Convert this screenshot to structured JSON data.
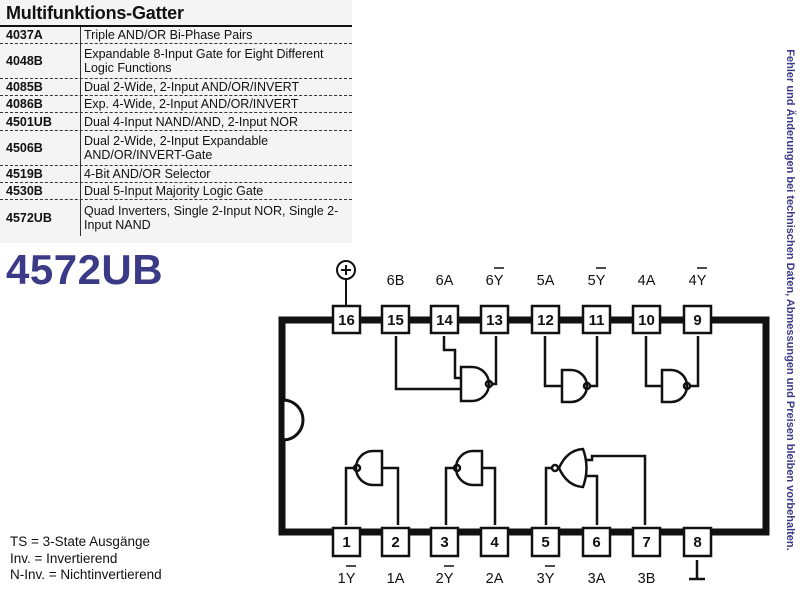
{
  "table": {
    "title": "Multifunktions-Gatter",
    "rows": [
      {
        "num": "4037A",
        "desc": "Triple AND/OR Bi-Phase Pairs"
      },
      {
        "num": "4048B",
        "desc": "Expandable 8-Input Gate for Eight Different Logic Functions"
      },
      {
        "num": "4085B",
        "desc": "Dual 2-Wide, 2-Input AND/OR/INVERT"
      },
      {
        "num": "4086B",
        "desc": "Exp. 4-Wide, 2-Input AND/OR/INVERT"
      },
      {
        "num": "4501UB",
        "desc": "Dual 4-Input NAND/AND, 2-Input NOR"
      },
      {
        "num": "4506B",
        "desc": "Dual 2-Wide, 2-Input Expandable AND/OR/INVERT-Gate"
      },
      {
        "num": "4519B",
        "desc": "4-Bit AND/OR Selector"
      },
      {
        "num": "4530B",
        "desc": "Dual 5-Input Majority Logic Gate"
      },
      {
        "num": "4572UB",
        "desc": "Quad Inverters, Single 2-Input NOR, Single 2-Input NAND"
      }
    ]
  },
  "chip_name": "4572UB",
  "legend": [
    "TS = 3-State Ausgänge",
    "Inv. = Invertierend",
    "N-Inv. =  Nichtinvertierend"
  ],
  "side_note": "Fehler und Änderungen bei technischen Daten, Abmessungen und Preisen bleiben vorbehalten.",
  "pinout": {
    "top_pins": [
      {
        "num": "16",
        "label": "",
        "icon": "vdd-plus-icon"
      },
      {
        "num": "15",
        "label": "6B"
      },
      {
        "num": "14",
        "label": "6A"
      },
      {
        "num": "13",
        "label": "6Y",
        "inverted": true
      },
      {
        "num": "12",
        "label": "5A"
      },
      {
        "num": "11",
        "label": "5Y",
        "inverted": true
      },
      {
        "num": "10",
        "label": "4A"
      },
      {
        "num": "9",
        "label": "4Y",
        "inverted": true
      }
    ],
    "bottom_pins": [
      {
        "num": "1",
        "label": "1Y",
        "inverted": true
      },
      {
        "num": "2",
        "label": "1A"
      },
      {
        "num": "3",
        "label": "2Y",
        "inverted": true
      },
      {
        "num": "4",
        "label": "2A"
      },
      {
        "num": "5",
        "label": "3Y",
        "inverted": true
      },
      {
        "num": "6",
        "label": "3A"
      },
      {
        "num": "7",
        "label": "3B"
      },
      {
        "num": "8",
        "label": "",
        "icon": "ground-icon"
      }
    ]
  }
}
